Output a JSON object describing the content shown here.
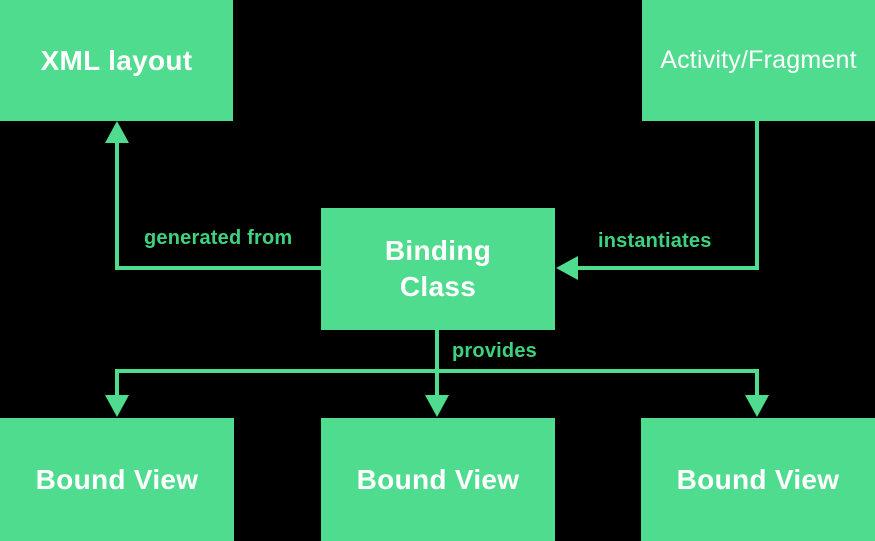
{
  "nodes": {
    "xml_layout": {
      "label": "XML layout"
    },
    "activity_fragment": {
      "label": "Activity/Fragment"
    },
    "binding_class": {
      "label": "Binding Class",
      "lines": [
        "Binding",
        "Class"
      ]
    },
    "bound_view_1": {
      "label": "Bound View"
    },
    "bound_view_2": {
      "label": "Bound View"
    },
    "bound_view_3": {
      "label": "Bound View"
    }
  },
  "edges": {
    "generated_from": {
      "label": "generated from",
      "from": "binding_class",
      "to": "xml_layout"
    },
    "instantiates": {
      "label": "instantiates",
      "from": "activity_fragment",
      "to": "binding_class"
    },
    "provides": {
      "label": "provides",
      "from": "binding_class",
      "to": "bound_views"
    }
  },
  "colors": {
    "background": "#000000",
    "node_fill": "#4FDC8E",
    "node_text": "#FFFFFF",
    "edge": "#4FDC8E",
    "edge_label": "#3ED27E"
  }
}
